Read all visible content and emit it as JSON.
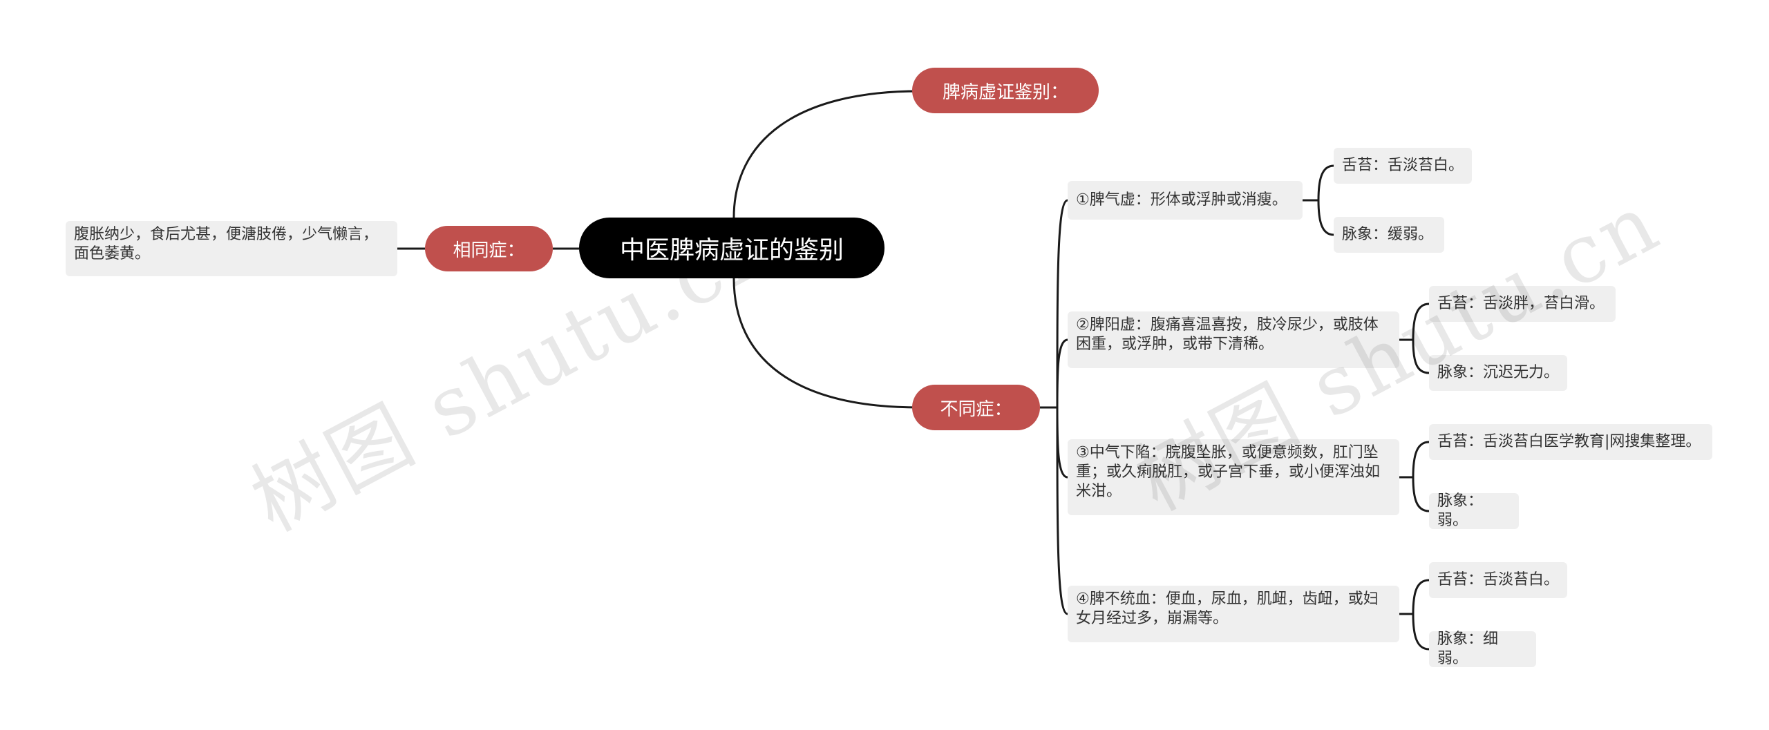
{
  "root": {
    "title": "中医脾病虚证的鉴别"
  },
  "branches": {
    "top": {
      "label": "脾病虚证鉴别："
    },
    "same": {
      "label": "相同症：",
      "detail": "腹胀纳少，食后尤甚，便溏肢倦，少气懒言，面色萎黄。"
    },
    "diff": {
      "label": "不同症：",
      "items": [
        {
          "text": "①脾气虚：形体或浮肿或消瘦。",
          "tongue": "舌苔：舌淡苔白。",
          "pulse": "脉象：缓弱。"
        },
        {
          "text": "②脾阳虚：腹痛喜温喜按，肢冷尿少，或肢体困重，或浮肿，或带下清稀。",
          "tongue": "舌苔：舌淡胖，苔白滑。",
          "pulse": "脉象：沉迟无力。"
        },
        {
          "text": "③中气下陷：脘腹坠胀，或便意频数，肛门坠重；或久痢脱肛，或子宫下垂，或小便浑浊如米泔。",
          "tongue": "舌苔：舌淡苔白医学教育|网搜集整理。",
          "pulse": "脉象：弱。"
        },
        {
          "text": "④脾不统血：便血，尿血，肌衄，齿衄，或妇女月经过多，崩漏等。",
          "tongue": "舌苔：舌淡苔白。",
          "pulse": "脉象：细弱。"
        }
      ]
    }
  },
  "watermarks": [
    "树图 shutu.cn",
    "树图 shutu.cn"
  ],
  "colors": {
    "root": "#000000",
    "branch": "#c0504d",
    "leaf": "#efefef",
    "line": "#1a1a1a"
  }
}
